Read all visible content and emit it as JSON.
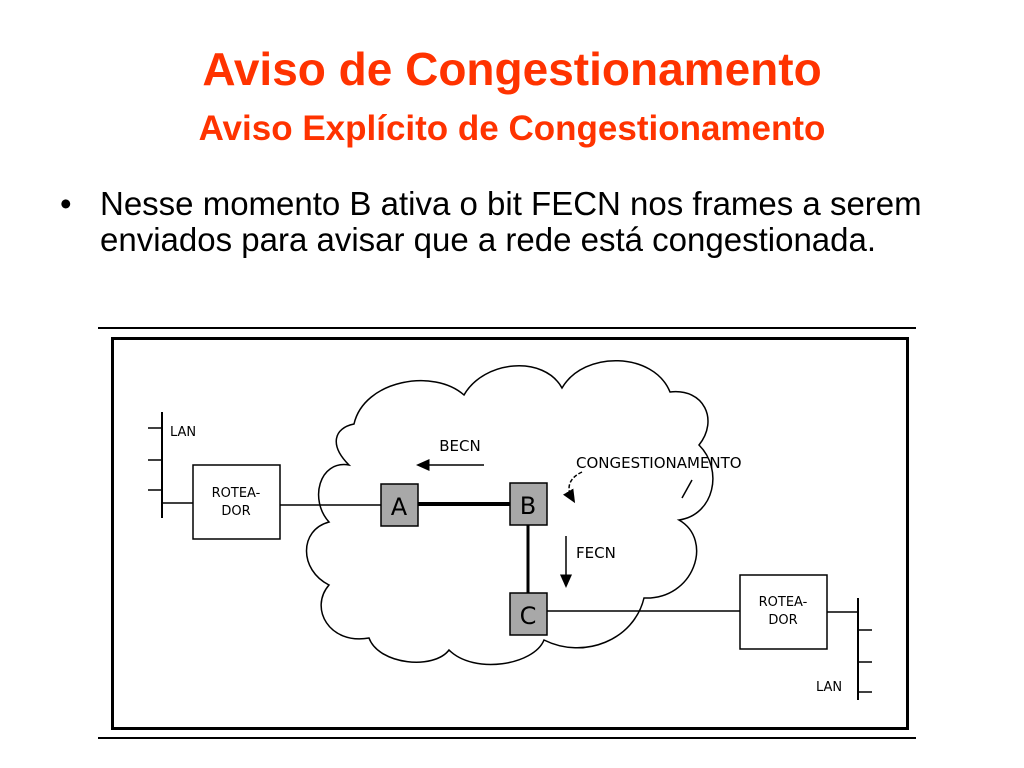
{
  "slide": {
    "title": "Aviso de Congestionamento",
    "subtitle": "Aviso Explícito de Congestionamento",
    "bullet_symbol": "•",
    "bullet_text": "Nesse momento B ativa o bit FECN nos frames a serem enviados para avisar que a rede está congestionada."
  },
  "diagram": {
    "lan_left": "LAN",
    "lan_right": "LAN",
    "router_left": {
      "line1": "ROTEA-",
      "line2": "DOR"
    },
    "router_right": {
      "line1": "ROTEA-",
      "line2": "DOR"
    },
    "node_a": "A",
    "node_b": "B",
    "node_c": "C",
    "becn": "BECN",
    "fecn": "FECN",
    "congestion": "CONGESTIONAMENTO"
  },
  "colors": {
    "title": "#ff3300",
    "node_fill": "#a8a8a8"
  }
}
